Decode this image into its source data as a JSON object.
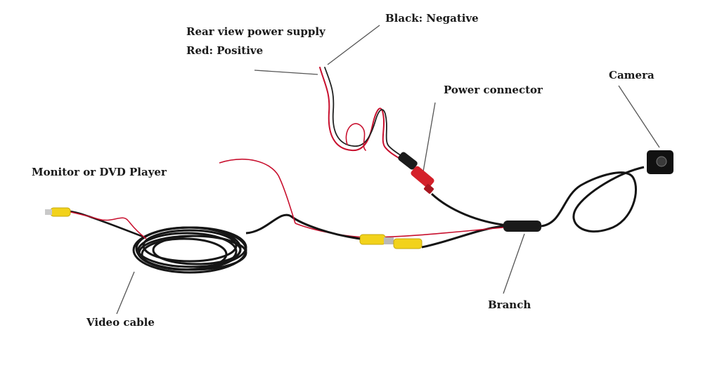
{
  "labels": {
    "black_negative": "Black: Negative",
    "rear_view_power_supply": "Rear view power supply",
    "red_positive": "Red: Positive",
    "power_connector": "Power connector",
    "camera": "Camera",
    "monitor_dvd": "Monitor or DVD Player",
    "video_cable": "Video cable",
    "branch": "Branch"
  },
  "colors": {
    "background": "#ffffff",
    "cable_black": "#141414",
    "wire_red": "#c8102e",
    "rca_yellow": "#f2d21b",
    "pointer": "#555555",
    "text": "#1a1a1a"
  }
}
